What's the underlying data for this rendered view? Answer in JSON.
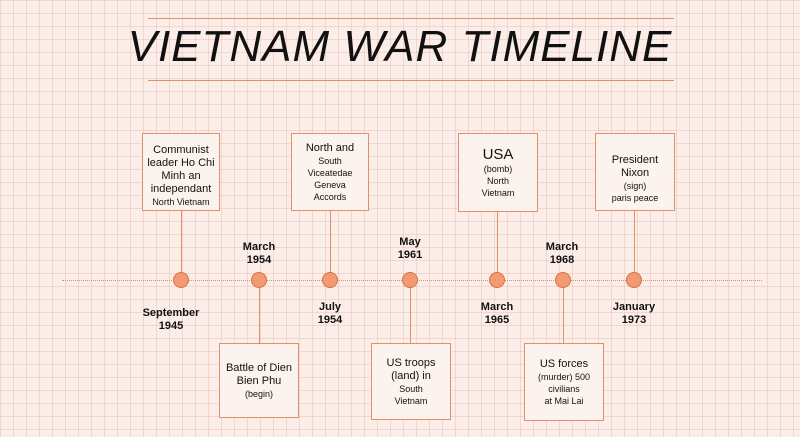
{
  "title": "VIETNAM WAR TIMELINE",
  "events": [
    {
      "id": "e1945",
      "date": "September\n1945",
      "main": "Communist\nleader Ho Chi\nMinh an\nindependant",
      "small": "North Vietnam"
    },
    {
      "id": "e1954a",
      "date": "March\n1954",
      "main": "Battle of Dien\nBien Phu",
      "small": "(begin)"
    },
    {
      "id": "e1954b",
      "date": "July\n1954",
      "main": "North and",
      "small": "South\nViceatedae\nGeneva\nAccords"
    },
    {
      "id": "e1961",
      "date": "May\n1961",
      "main": "US troops\n(land) in",
      "small": "South\nVietnam"
    },
    {
      "id": "e1965",
      "date": "March\n1965",
      "main": "USA",
      "small": "(bomb)\nNorth\nVietnam"
    },
    {
      "id": "e1968",
      "date": "March\n1968",
      "main": "US forces",
      "small": "(murder) 500\ncivilians\nat Mai Lai"
    },
    {
      "id": "e1973",
      "date": "January\n1973",
      "main": "President Nixon",
      "small": "(sign)\nparis peace"
    }
  ],
  "colors": {
    "accent": "#e0916a",
    "dot": "#f39a74",
    "background": "#fbeee9"
  }
}
